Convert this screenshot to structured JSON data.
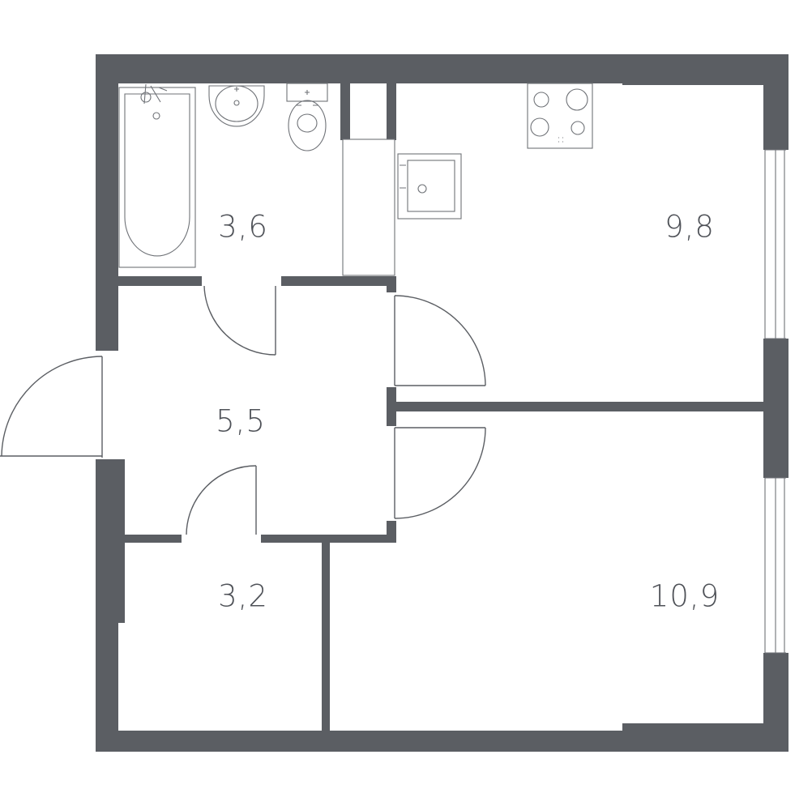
{
  "rooms": [
    {
      "id": "bathroom",
      "area": "3,6"
    },
    {
      "id": "kitchen",
      "area": "9,8"
    },
    {
      "id": "hallway",
      "area": "5,5"
    },
    {
      "id": "storage",
      "area": "3,2"
    },
    {
      "id": "bedroom",
      "area": "10,9"
    }
  ],
  "colors": {
    "wall": "#5b5e63",
    "fixture_line": "#6f7277",
    "background": "#ffffff"
  }
}
